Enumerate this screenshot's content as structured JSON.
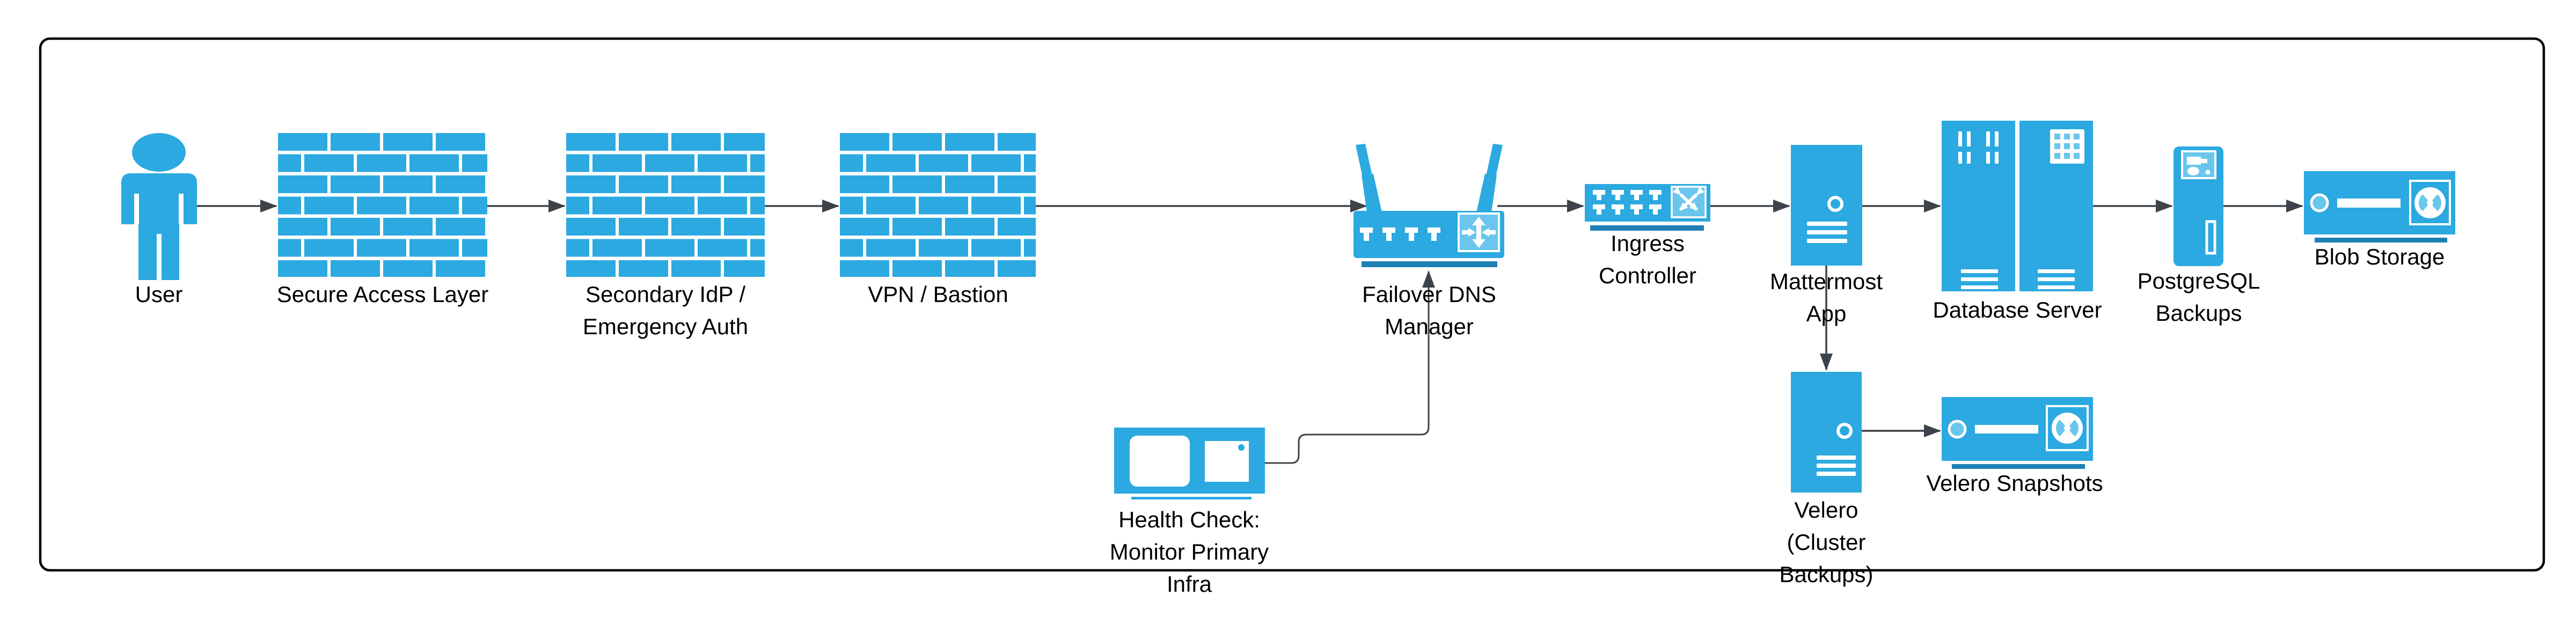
{
  "diagram": {
    "colors": {
      "node_blue": "#2BA9E0",
      "node_blue_light": "#6AC6EC",
      "node_blue_dark": "#1F80B4",
      "arrow": "#3C434A",
      "frame": "#000000",
      "background": "#FFFFFF",
      "label": "#000000"
    },
    "nodes": {
      "user": {
        "icon": "person-icon",
        "lines": [
          "User"
        ]
      },
      "secure_access_layer": {
        "icon": "firewall-icon",
        "lines": [
          "Secure Access Layer"
        ]
      },
      "secondary_idp": {
        "icon": "firewall-icon",
        "lines": [
          "Secondary IdP /",
          "Emergency Auth"
        ]
      },
      "vpn_bastion": {
        "icon": "firewall-icon",
        "lines": [
          "VPN / Bastion"
        ]
      },
      "failover_dns_manager": {
        "icon": "wireless-router-icon",
        "lines": [
          "Failover DNS",
          "Manager"
        ]
      },
      "ingress_controller": {
        "icon": "network-switch-icon",
        "lines": [
          "Ingress",
          "Controller"
        ]
      },
      "mattermost_app": {
        "icon": "tower-server-icon",
        "lines": [
          "Mattermost",
          "App"
        ]
      },
      "database_server": {
        "icon": "server-rack-icon",
        "lines": [
          "Database Server"
        ]
      },
      "postgresql_backups": {
        "icon": "backup-server-icon",
        "lines": [
          "PostgreSQL",
          "Backups"
        ]
      },
      "blob_storage": {
        "icon": "tape-storage-icon",
        "lines": [
          "Blob Storage"
        ]
      },
      "health_check": {
        "icon": "monitor-icon",
        "lines": [
          "Health Check:",
          "Monitor Primary",
          "Infra"
        ]
      },
      "velero": {
        "icon": "tower-server-icon",
        "lines": [
          "Velero",
          "(Cluster",
          "Backups)"
        ]
      },
      "velero_snapshots": {
        "icon": "tape-storage-icon",
        "lines": [
          "Velero Snapshots"
        ]
      }
    },
    "edges": [
      {
        "from": "user",
        "to": "secure_access_layer"
      },
      {
        "from": "secure_access_layer",
        "to": "secondary_idp"
      },
      {
        "from": "secondary_idp",
        "to": "vpn_bastion"
      },
      {
        "from": "vpn_bastion",
        "to": "failover_dns_manager"
      },
      {
        "from": "failover_dns_manager",
        "to": "ingress_controller"
      },
      {
        "from": "ingress_controller",
        "to": "mattermost_app"
      },
      {
        "from": "mattermost_app",
        "to": "database_server"
      },
      {
        "from": "database_server",
        "to": "postgresql_backups"
      },
      {
        "from": "postgresql_backups",
        "to": "blob_storage"
      },
      {
        "from": "mattermost_app",
        "to": "velero"
      },
      {
        "from": "velero",
        "to": "velero_snapshots"
      },
      {
        "from": "health_check",
        "to": "failover_dns_manager"
      }
    ]
  }
}
